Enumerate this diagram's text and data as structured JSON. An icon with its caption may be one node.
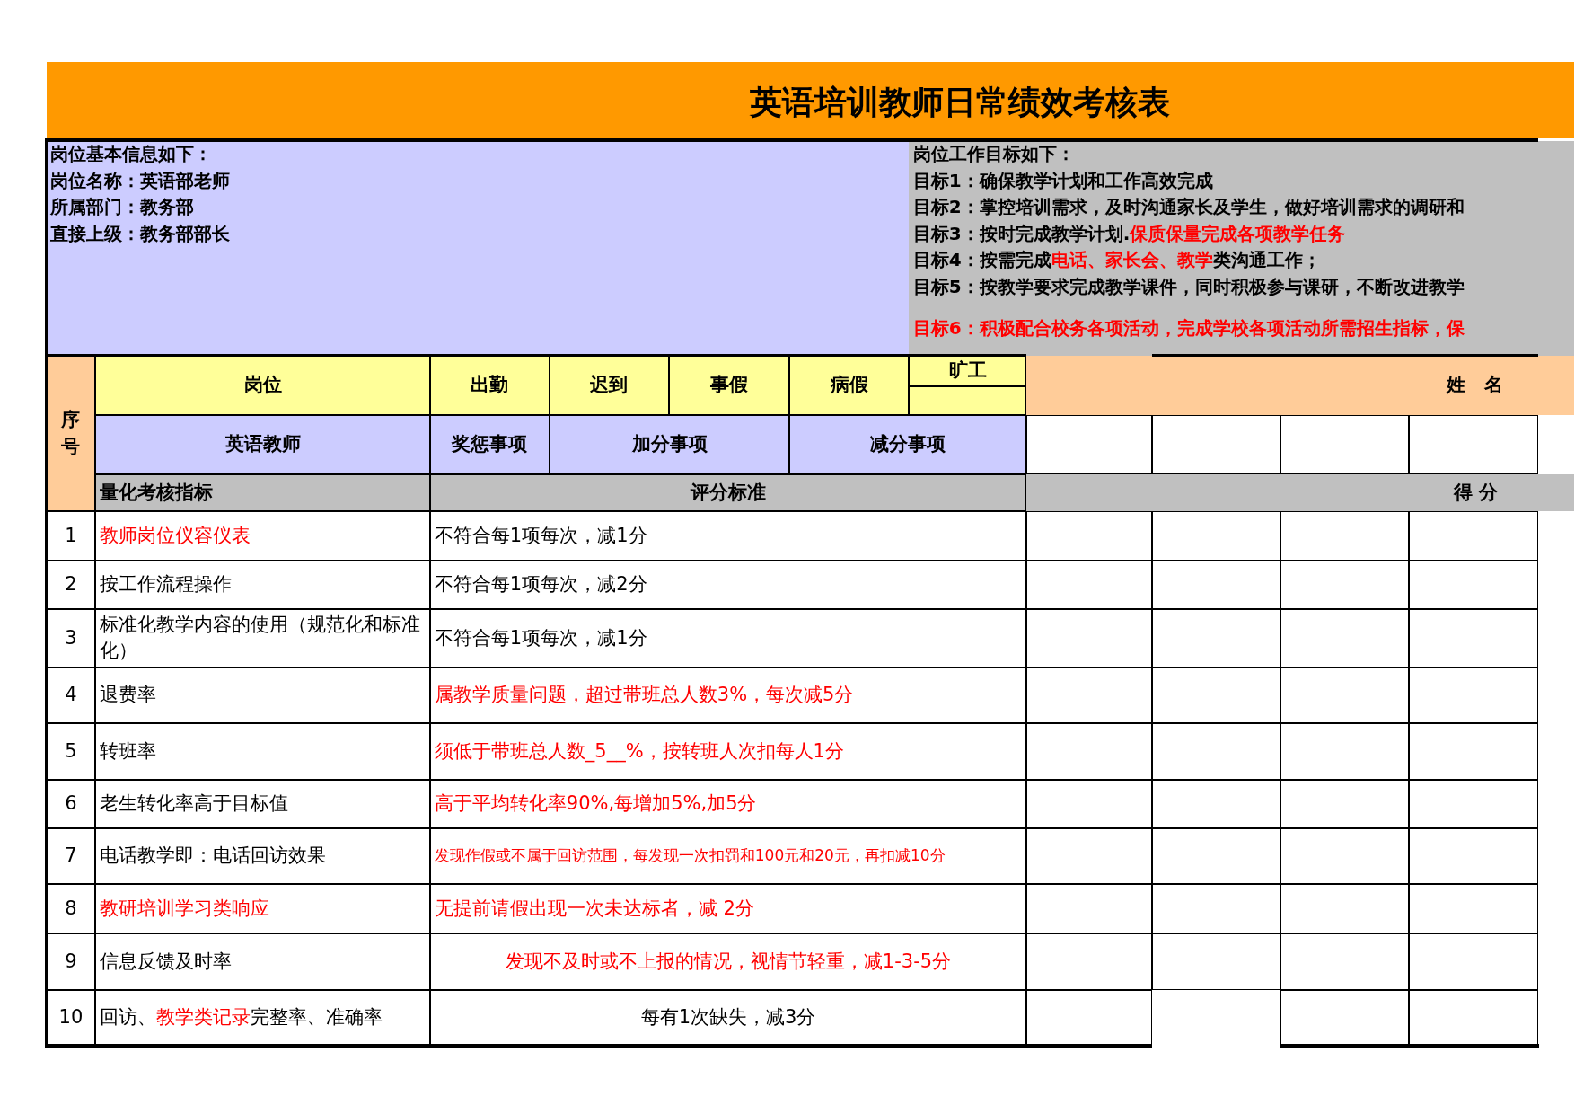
{
  "diagram": {
    "title": "英语培训教师日常绩效考核表",
    "labels": [
      "岗位基本信息如下：",
      "岗位名称：英语部老师",
      "所属部门：教务部",
      "直接上级：教务部部长",
      "岗位工作目标如下：",
      "目标1：确保教学计划和工作高效完成",
      "目标2：掌控培训需求，及时沟通家长及学生，做好培训需求的调研和",
      "目标3：按时完成教学计划.保质保量完成各项教学任务",
      "目标4：按需完成电话、家长会、教学类沟通工作；",
      "目标5：按教学要求完成教学课件，同时积极参与课研，不断改进教学",
      "目标6：积极配合校务各项活动，完成学校各项活动所需招生指标，保",
      "序号",
      "岗位",
      "出勤",
      "迟到",
      "事假",
      "病假",
      "旷工",
      "姓　名",
      "英语教师",
      "奖惩事项",
      "加分事项",
      "减分事项",
      "量化考核指标",
      "评分标准",
      "得 分",
      "1",
      "教师岗位仪容仪表",
      "不符合每1项每次，减1分",
      "2",
      "按工作流程操作",
      "不符合每1项每次，减2分",
      "3",
      "标准化教学内容的使用（规范化和标准化）",
      "不符合每1项每次，减1分",
      "4",
      "退费率",
      "属教学质量问题，超过带班总人数3%，每次减5分",
      "5",
      "转班率",
      "须低于带班总人数_5__%，按转班人次扣每人1分",
      "6",
      "老生转化率高于目标值",
      "高于平均转化率90%,每增加5%,加5分",
      "7",
      "电话教学即：电话回访效果",
      "发现作假或不属于回访范围，每发现一次扣罚和100元和20元，再扣减10分",
      "8",
      "教研培训学习类响应",
      "无提前请假出现一次未达标者，减 2分",
      "9",
      "信息反馈及时率",
      "发现不及时或不上报的情况，视情节轻重，减1-3-5分",
      "10",
      "回访、教学类记录完整率、准确率",
      "每有1次缺失，减3分"
    ]
  }
}
